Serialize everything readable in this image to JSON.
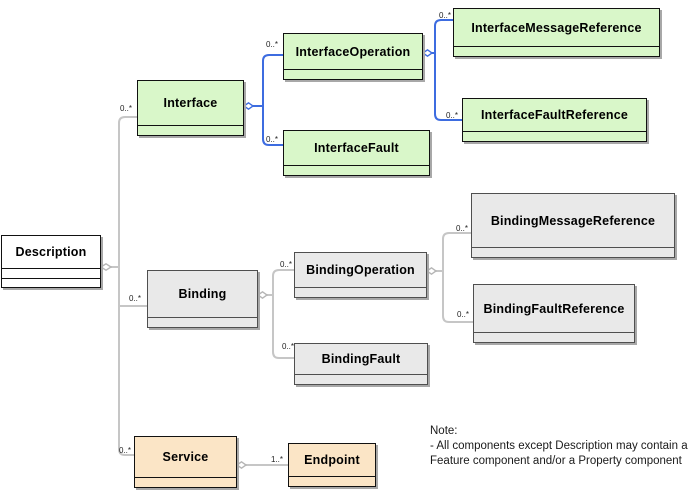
{
  "nodes": [
    {
      "id": "description",
      "label": "Description"
    },
    {
      "id": "interface",
      "label": "Interface",
      "multiplicity": "0..*"
    },
    {
      "id": "interface-operation",
      "label": "InterfaceOperation",
      "multiplicity": "0..*"
    },
    {
      "id": "interface-message-reference",
      "label": "InterfaceMessageReference",
      "multiplicity": "0..*"
    },
    {
      "id": "interface-fault-reference",
      "label": "InterfaceFaultReference",
      "multiplicity": "0..*"
    },
    {
      "id": "interface-fault",
      "label": "InterfaceFault",
      "multiplicity": "0..*"
    },
    {
      "id": "binding",
      "label": "Binding",
      "multiplicity": "0..*"
    },
    {
      "id": "binding-operation",
      "label": "BindingOperation",
      "multiplicity": "0..*"
    },
    {
      "id": "binding-message-reference",
      "label": "BindingMessageReference",
      "multiplicity": "0..*"
    },
    {
      "id": "binding-fault-reference",
      "label": "BindingFaultReference",
      "multiplicity": "0..*"
    },
    {
      "id": "binding-fault",
      "label": "BindingFault",
      "multiplicity": "0..*"
    },
    {
      "id": "service",
      "label": "Service",
      "multiplicity": "0..*"
    },
    {
      "id": "endpoint",
      "label": "Endpoint",
      "multiplicity": "1..*"
    }
  ],
  "note": {
    "title": "Note:",
    "lines": [
      "- All components except Description may contain a",
      "Feature component and/or a Property component"
    ]
  },
  "colors": {
    "interface_group_fill": "#d9f7c9",
    "binding_group_fill": "#e9e9e9",
    "service_group_fill": "#fbe5c6",
    "description_fill": "#ffffff",
    "interface_connector": "#3d6ce0",
    "default_connector": "#c6c6c6"
  }
}
